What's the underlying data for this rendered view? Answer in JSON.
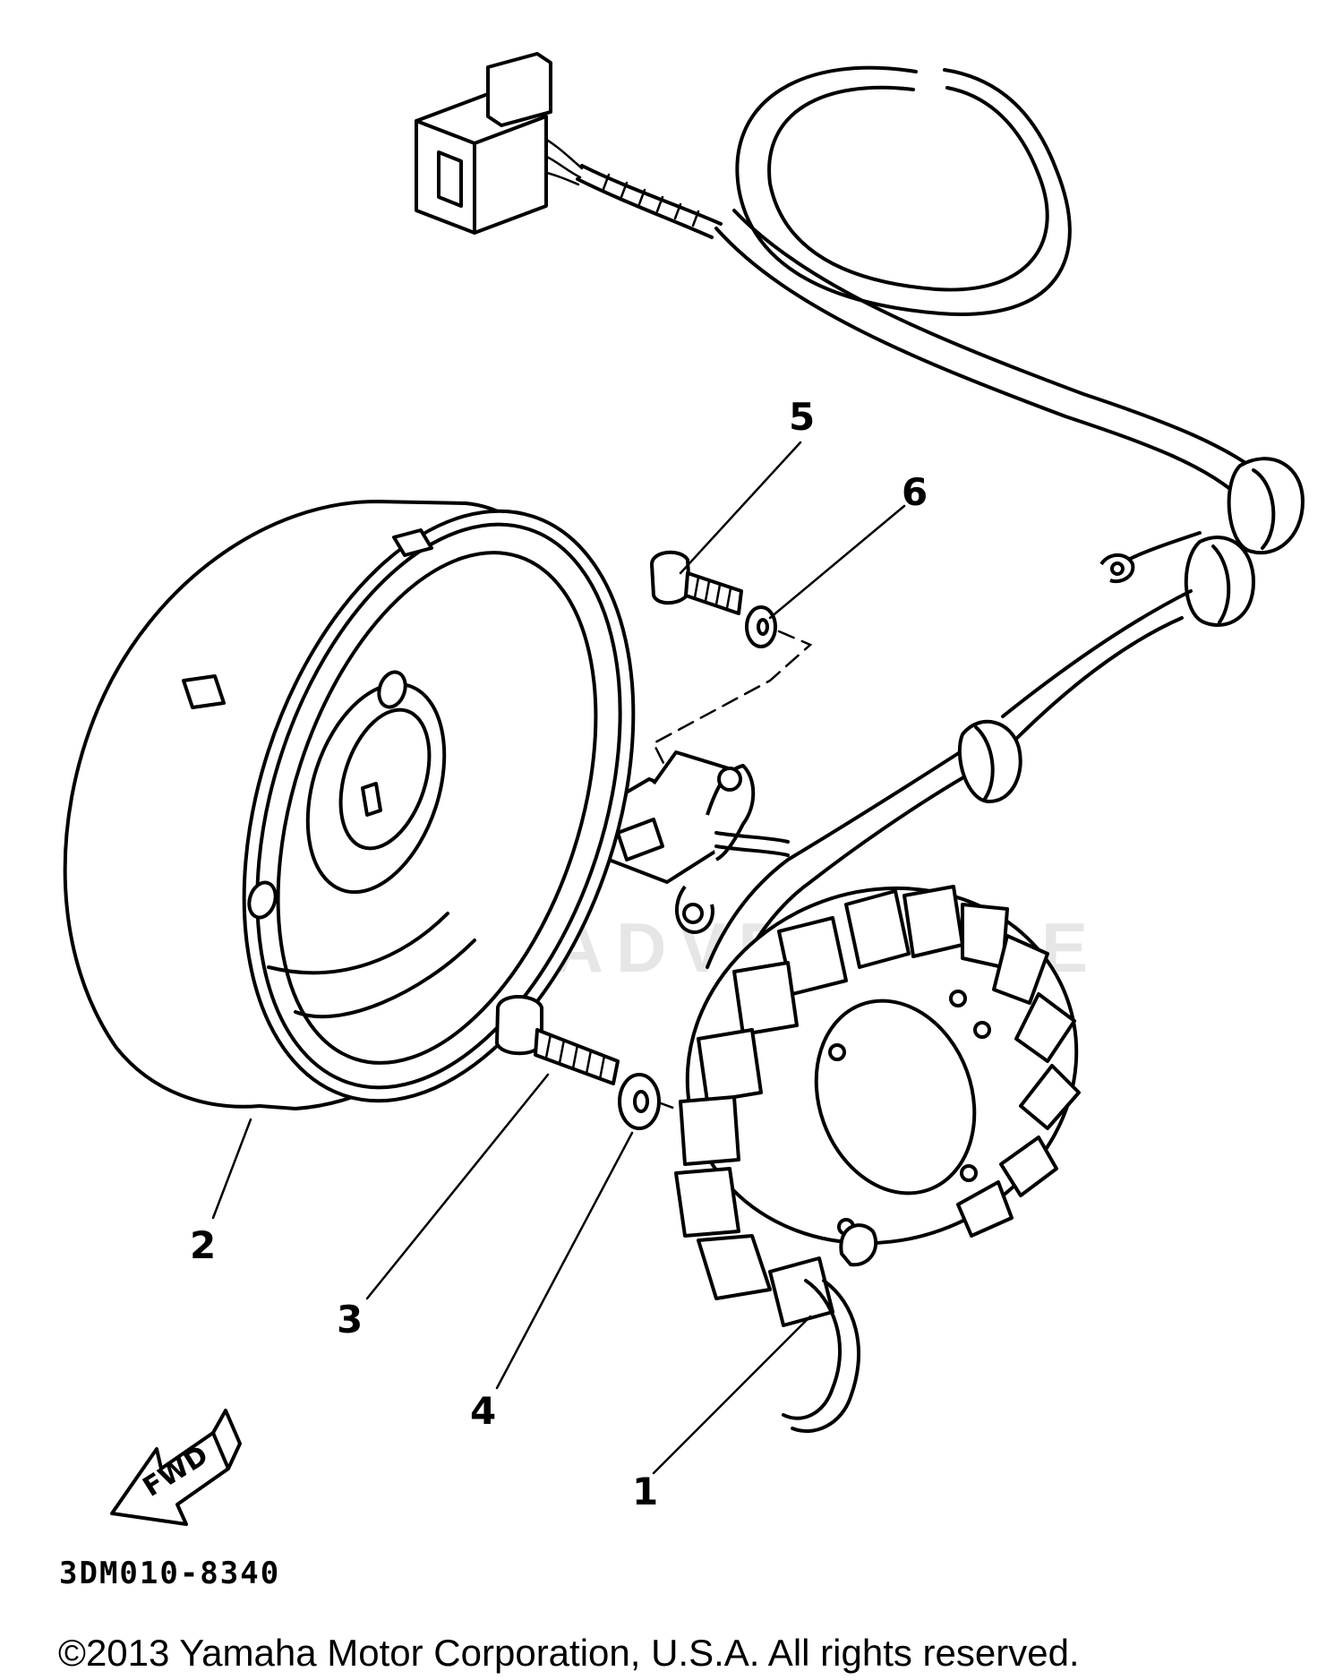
{
  "diagram": {
    "callouts": [
      {
        "id": "1",
        "label": "1"
      },
      {
        "id": "2",
        "label": "2"
      },
      {
        "id": "3",
        "label": "3"
      },
      {
        "id": "4",
        "label": "4"
      },
      {
        "id": "5",
        "label": "5"
      },
      {
        "id": "6",
        "label": "6"
      }
    ],
    "fwd_label": "FWD",
    "diagram_code": "3DM010-8340",
    "watermark": "LEADVENTURE",
    "copyright": "©2013 Yamaha Motor Corporation, U.S.A. All rights reserved."
  }
}
